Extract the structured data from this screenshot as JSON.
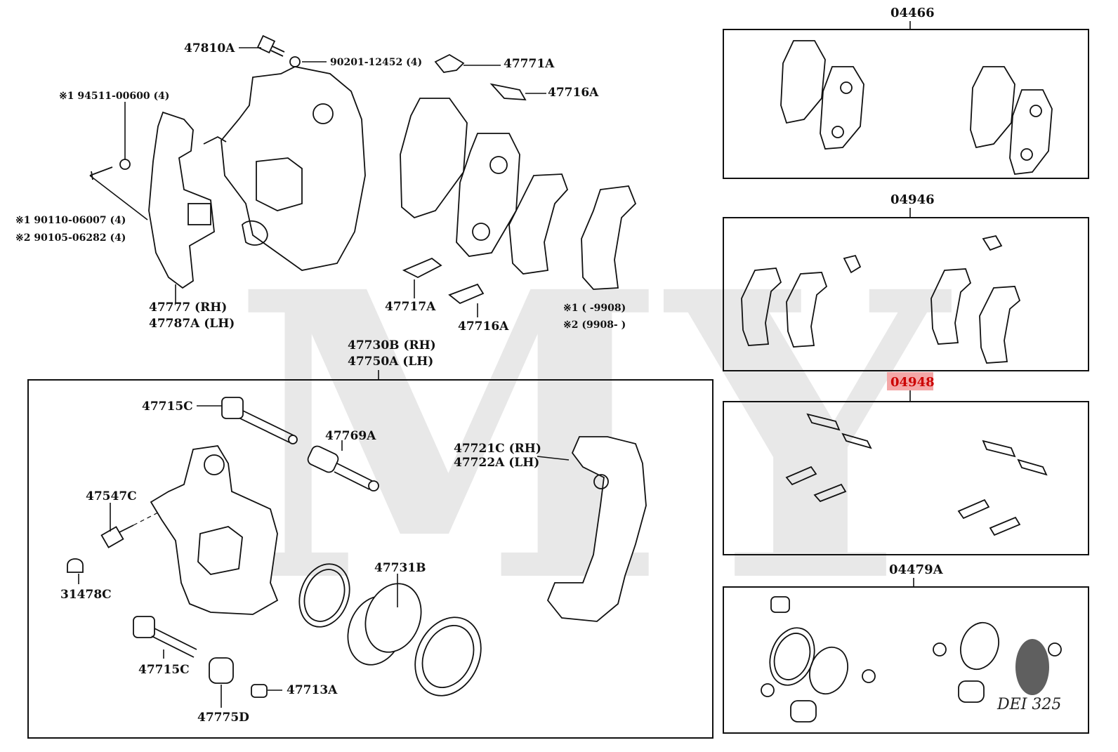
{
  "watermark": "MY",
  "signature": "DEI 325",
  "callouts": {
    "p47810A": "47810A",
    "p90201": "90201-12452 (4)",
    "p47771A": "47771A",
    "p47716A_top": "47716A",
    "p94511": "※1 94511-00600 (4)",
    "p90110": "※1  90110-06007 (4)",
    "p90105": "※2  90105-06282 (4)",
    "p47777": "47777 (RH)",
    "p47787A": "47787A (LH)",
    "p47717A": "47717A",
    "p47716A_mid": "47716A",
    "note1": "※1 (        -9908)",
    "note2": "※2 (9908-        )",
    "p47730B": "47730B (RH)",
    "p47750A": "47750A (LH)",
    "p47715C_top": "47715C",
    "p47769A": "47769A",
    "p47721C": "47721C (RH)",
    "p47722A": "47722A (LH)",
    "p47547C": "47547C",
    "p31478C": "31478C",
    "p47731B": "47731B",
    "p47715C_bot": "47715C",
    "p47713A": "47713A",
    "p47775D": "47775D"
  },
  "kits": [
    {
      "id": "04466",
      "highlighted": false
    },
    {
      "id": "04946",
      "highlighted": false
    },
    {
      "id": "04948",
      "highlighted": true,
      "highlight_color": "#f4a6a6"
    },
    {
      "id": "04479A",
      "highlighted": false
    }
  ]
}
